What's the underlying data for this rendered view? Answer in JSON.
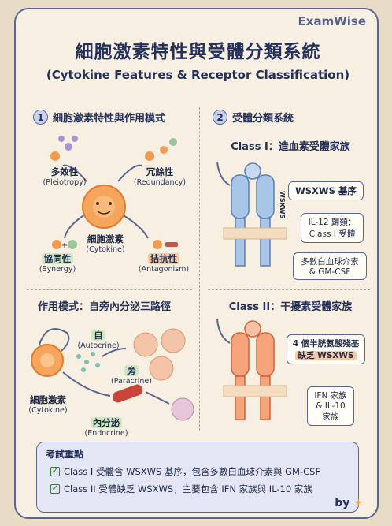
{
  "brand": "ExamWise",
  "title": "細胞激素特性與受體分類系統",
  "subtitle": "(Cytokine Features & Receptor Classification)",
  "section1": {
    "number": "1",
    "heading": "細胞激素特性與作用模式",
    "center_label": "細胞激素",
    "center_sub": "(Cytokine)",
    "features": [
      {
        "label": "多效性",
        "sub": "(Pleiotropy)"
      },
      {
        "label": "冗餘性",
        "sub": "(Redundancy)"
      },
      {
        "label": "協同性",
        "sub": "(Synergy)"
      },
      {
        "label": "拮抗性",
        "sub": "(Antagonism)"
      }
    ]
  },
  "modes": {
    "heading": "作用模式：自旁內分泌三路徑",
    "auto_label": "自",
    "auto_sub": "(Autocrine)",
    "para_label": "旁",
    "para_sub": "(Paracrine)",
    "endo_label": "內分泌",
    "endo_sub": "(Endocrine)",
    "cell_label": "細胞激素",
    "cell_sub": "(Cytokine)"
  },
  "section2": {
    "number": "2",
    "heading": "受體分類系統",
    "class1_title": "Class I：造血素受體家族",
    "class1_motif_label": "WSXWS 基序",
    "class1_motif_vertical": "WSXWS",
    "class1_note1": "IL-12 歸類：Class I 受體",
    "class1_note2": "多數白血球介素 & GM-CSF",
    "class2_title": "Class II：干擾素受體家族",
    "class2_note1": "4 個半胱氨酸殘基",
    "class2_note2": "缺乏 WSXWS",
    "class2_note3": "IFN 家族 & IL-10 家族"
  },
  "exam": {
    "title": "考試重點",
    "lines": [
      "Class I 受體含 WSXWS 基序，包含多數白血球介素與 GM-CSF",
      "Class II 受體缺乏 WSXWS，主要包含 IFN 家族與 IL-10 家族"
    ]
  },
  "by": "by",
  "colors": {
    "accent": "#5b6690",
    "cell": "#f39a4e",
    "receptor_blue": "#8fb7de",
    "receptor_red": "#f08a5a"
  }
}
